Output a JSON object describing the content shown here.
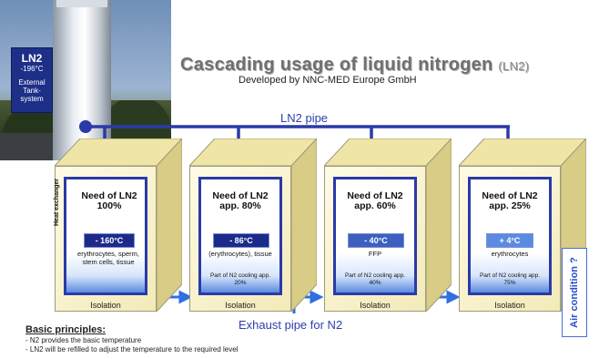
{
  "tank": {
    "badge_title": "LN2",
    "badge_temp": "-196°C",
    "badge_line1": "External",
    "badge_line2": "Tank-",
    "badge_line3": "system"
  },
  "header": {
    "title": "Cascading usage of liquid nitrogen",
    "title_suffix": "(LN2)",
    "developer": "Developed by NNC-MED Europe GmbH"
  },
  "pipes": {
    "supply_label": "LN2 pipe",
    "exhaust_label": "Exhaust pipe for N2"
  },
  "units": [
    {
      "need_line1": "Need of LN2",
      "need_line2": "100%",
      "temperature": "- 160°C",
      "heat_exchanger": "Heat exchanger",
      "tissue": "erythrocytes, sperm, stem cells, tissue",
      "cooling": "",
      "isolation": "Isolation"
    },
    {
      "need_line1": "Need of LN2",
      "need_line2": "app. 80%",
      "temperature": "- 86°C",
      "heat_exchanger": "",
      "tissue": "(erythrocytes), tissue",
      "cooling": "Part of N2 cooling app. 20%",
      "isolation": "Isolation"
    },
    {
      "need_line1": "Need of LN2",
      "need_line2": "app. 60%",
      "temperature": "- 40°C",
      "heat_exchanger": "",
      "tissue": "FFP",
      "cooling": "Part of N2 cooling app. 40%",
      "isolation": "Isolation"
    },
    {
      "need_line1": "Need of LN2",
      "need_line2": "app. 25%",
      "temperature": "+ 4°C",
      "heat_exchanger": "",
      "tissue": "erythrocytes",
      "cooling": "Part of N2 cooling app. 75%",
      "isolation": "Isolation"
    }
  ],
  "air_condition": "Air condition ?",
  "principles": {
    "heading": "Basic principles:",
    "items": [
      "- N2 provides the basic temperature",
      "- LN2 will be refilled to adjust the temperature  to the required level"
    ]
  },
  "colors": {
    "pipe": "#2a3aa8",
    "box_front": "#fbf5d2",
    "box_top": "#efe5a6",
    "box_side": "#d8cc86",
    "temp_badge": "#1c2a8a",
    "accent_text": "#2b3fae"
  }
}
